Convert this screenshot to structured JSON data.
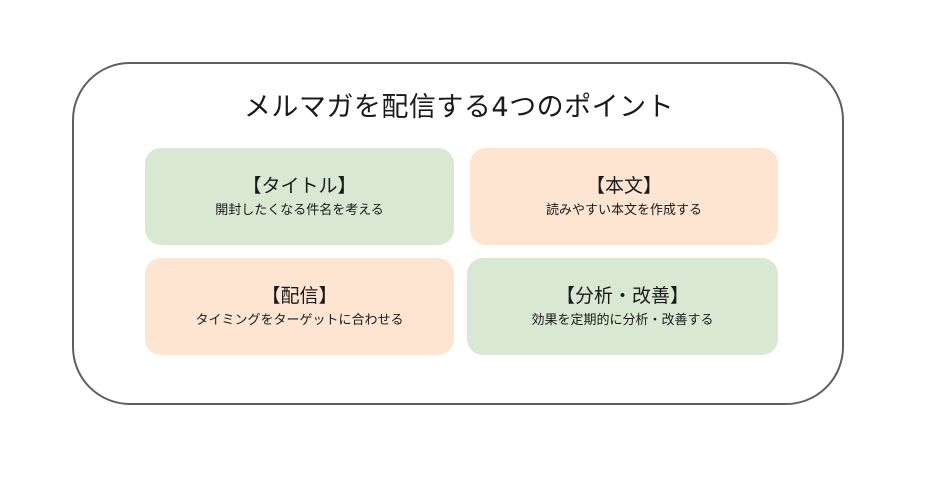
{
  "title": "メルマガを配信する4つのポイント",
  "colors": {
    "green_card": "#d9e8d3",
    "orange_card": "#fde5d1",
    "border": "#5f5f5f"
  },
  "cards": [
    {
      "title": "【タイトル】",
      "description": "開封したくなる件名を考える",
      "color": "#d9e8d3"
    },
    {
      "title": "【本文】",
      "description": "読みやすい本文を作成する",
      "color": "#fde5d1"
    },
    {
      "title": "【配信】",
      "description": "タイミングをターゲットに合わせる",
      "color": "#fde5d1"
    },
    {
      "title": "【分析・改善】",
      "description": "効果を定期的に分析・改善する",
      "color": "#d9e8d3"
    }
  ]
}
